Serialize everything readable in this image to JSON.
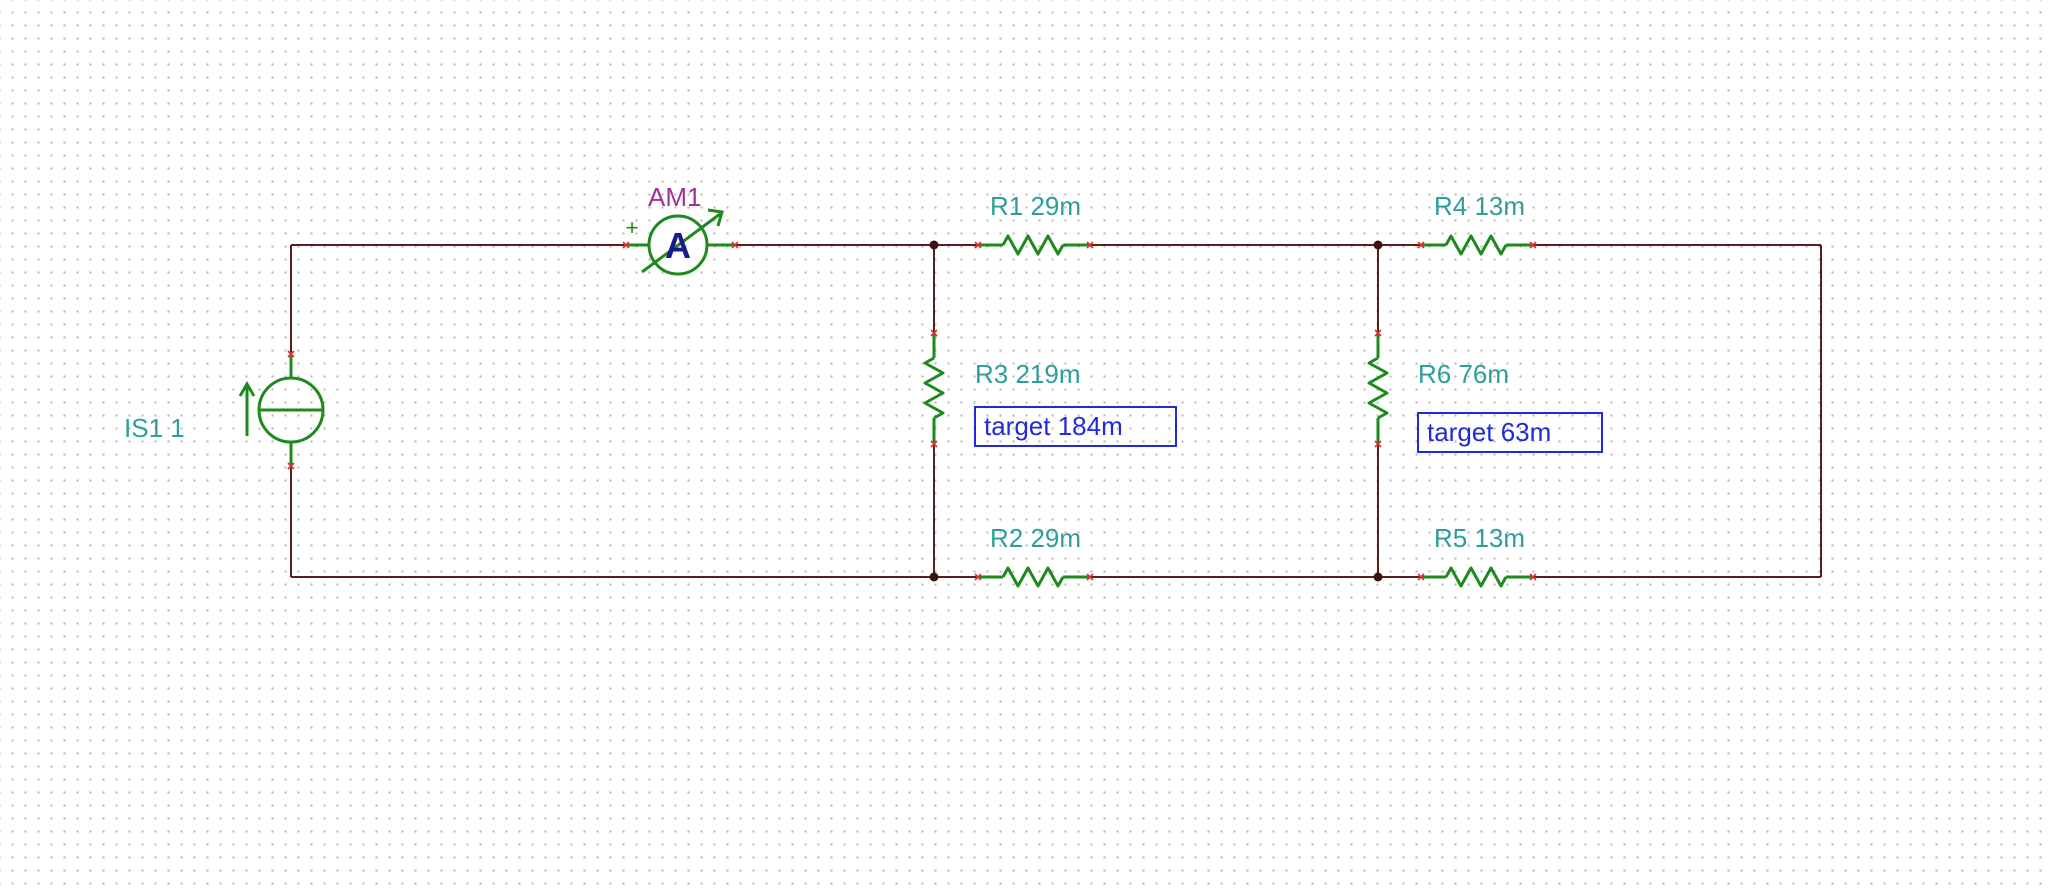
{
  "components": {
    "ammeter": {
      "name": "AM1",
      "symbol": "A",
      "plus": "+"
    },
    "source": {
      "name": "IS1",
      "value": "1"
    },
    "R1": {
      "name": "R1",
      "value": "29m"
    },
    "R2": {
      "name": "R2",
      "value": "29m"
    },
    "R3": {
      "name": "R3",
      "value": "219m",
      "target": "target 184m"
    },
    "R4": {
      "name": "R4",
      "value": "13m"
    },
    "R5": {
      "name": "R5",
      "value": "13m"
    },
    "R6": {
      "name": "R6",
      "value": "76m",
      "target": "target 63m"
    }
  },
  "labels": {
    "am1": "AM1",
    "is1": "IS1 1",
    "r1": "R1 29m",
    "r2": "R2 29m",
    "r3": "R3 219m",
    "r4": "R4 13m",
    "r5": "R5 13m",
    "r6": "R6 76m",
    "r3_target": "target 184m",
    "r6_target": "target 63m"
  },
  "colors": {
    "wire": "#5a1e1e",
    "component": "#1e8a1e",
    "label": "#2e9d9d",
    "ammeter_label": "#a0319a",
    "ammeter_letter": "#1a1a8c",
    "pin_marker": "#e03030",
    "target_box": "#1f2bd6",
    "grid_dot": "#b9b9b9"
  }
}
